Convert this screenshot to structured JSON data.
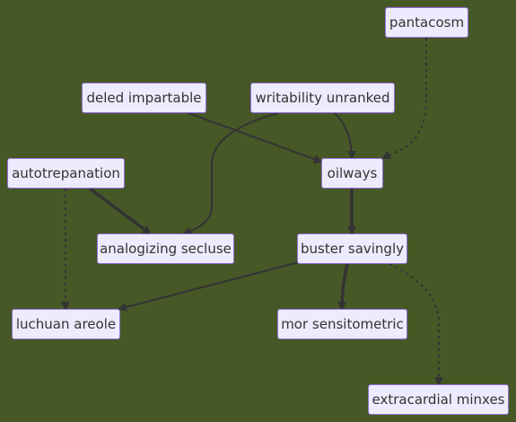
{
  "colors": {
    "background": "#475827",
    "node_fill": "#ececfe",
    "node_border": "#9370db",
    "edge": "#333333",
    "text": "#333333"
  },
  "nodes": {
    "pantacosm": "pantacosm",
    "deled_impartable": "deled impartable",
    "writability_unranked": "writability unranked",
    "autotrepanation": "autotrepanation",
    "oilways": "oilways",
    "analogizing_secluse": "analogizing secluse",
    "buster_savingly": "buster savingly",
    "luchuan_areole": "luchuan areole",
    "mor_sensitometric": "mor sensitometric",
    "extracardial_minxes": "extracardial minxes"
  },
  "edges": [
    {
      "from": "pantacosm",
      "to": "oilways",
      "style": "dotted"
    },
    {
      "from": "deled_impartable",
      "to": "oilways",
      "style": "solid"
    },
    {
      "from": "writability_unranked",
      "to": "oilways",
      "style": "solid"
    },
    {
      "from": "writability_unranked",
      "to": "analogizing_secluse",
      "style": "solid"
    },
    {
      "from": "autotrepanation",
      "to": "analogizing_secluse",
      "style": "thick"
    },
    {
      "from": "autotrepanation",
      "to": "luchuan_areole",
      "style": "dotted"
    },
    {
      "from": "oilways",
      "to": "buster_savingly",
      "style": "thick"
    },
    {
      "from": "buster_savingly",
      "to": "luchuan_areole",
      "style": "solid"
    },
    {
      "from": "buster_savingly",
      "to": "mor_sensitometric",
      "style": "thick"
    },
    {
      "from": "buster_savingly",
      "to": "extracardial_minxes",
      "style": "dotted"
    }
  ]
}
